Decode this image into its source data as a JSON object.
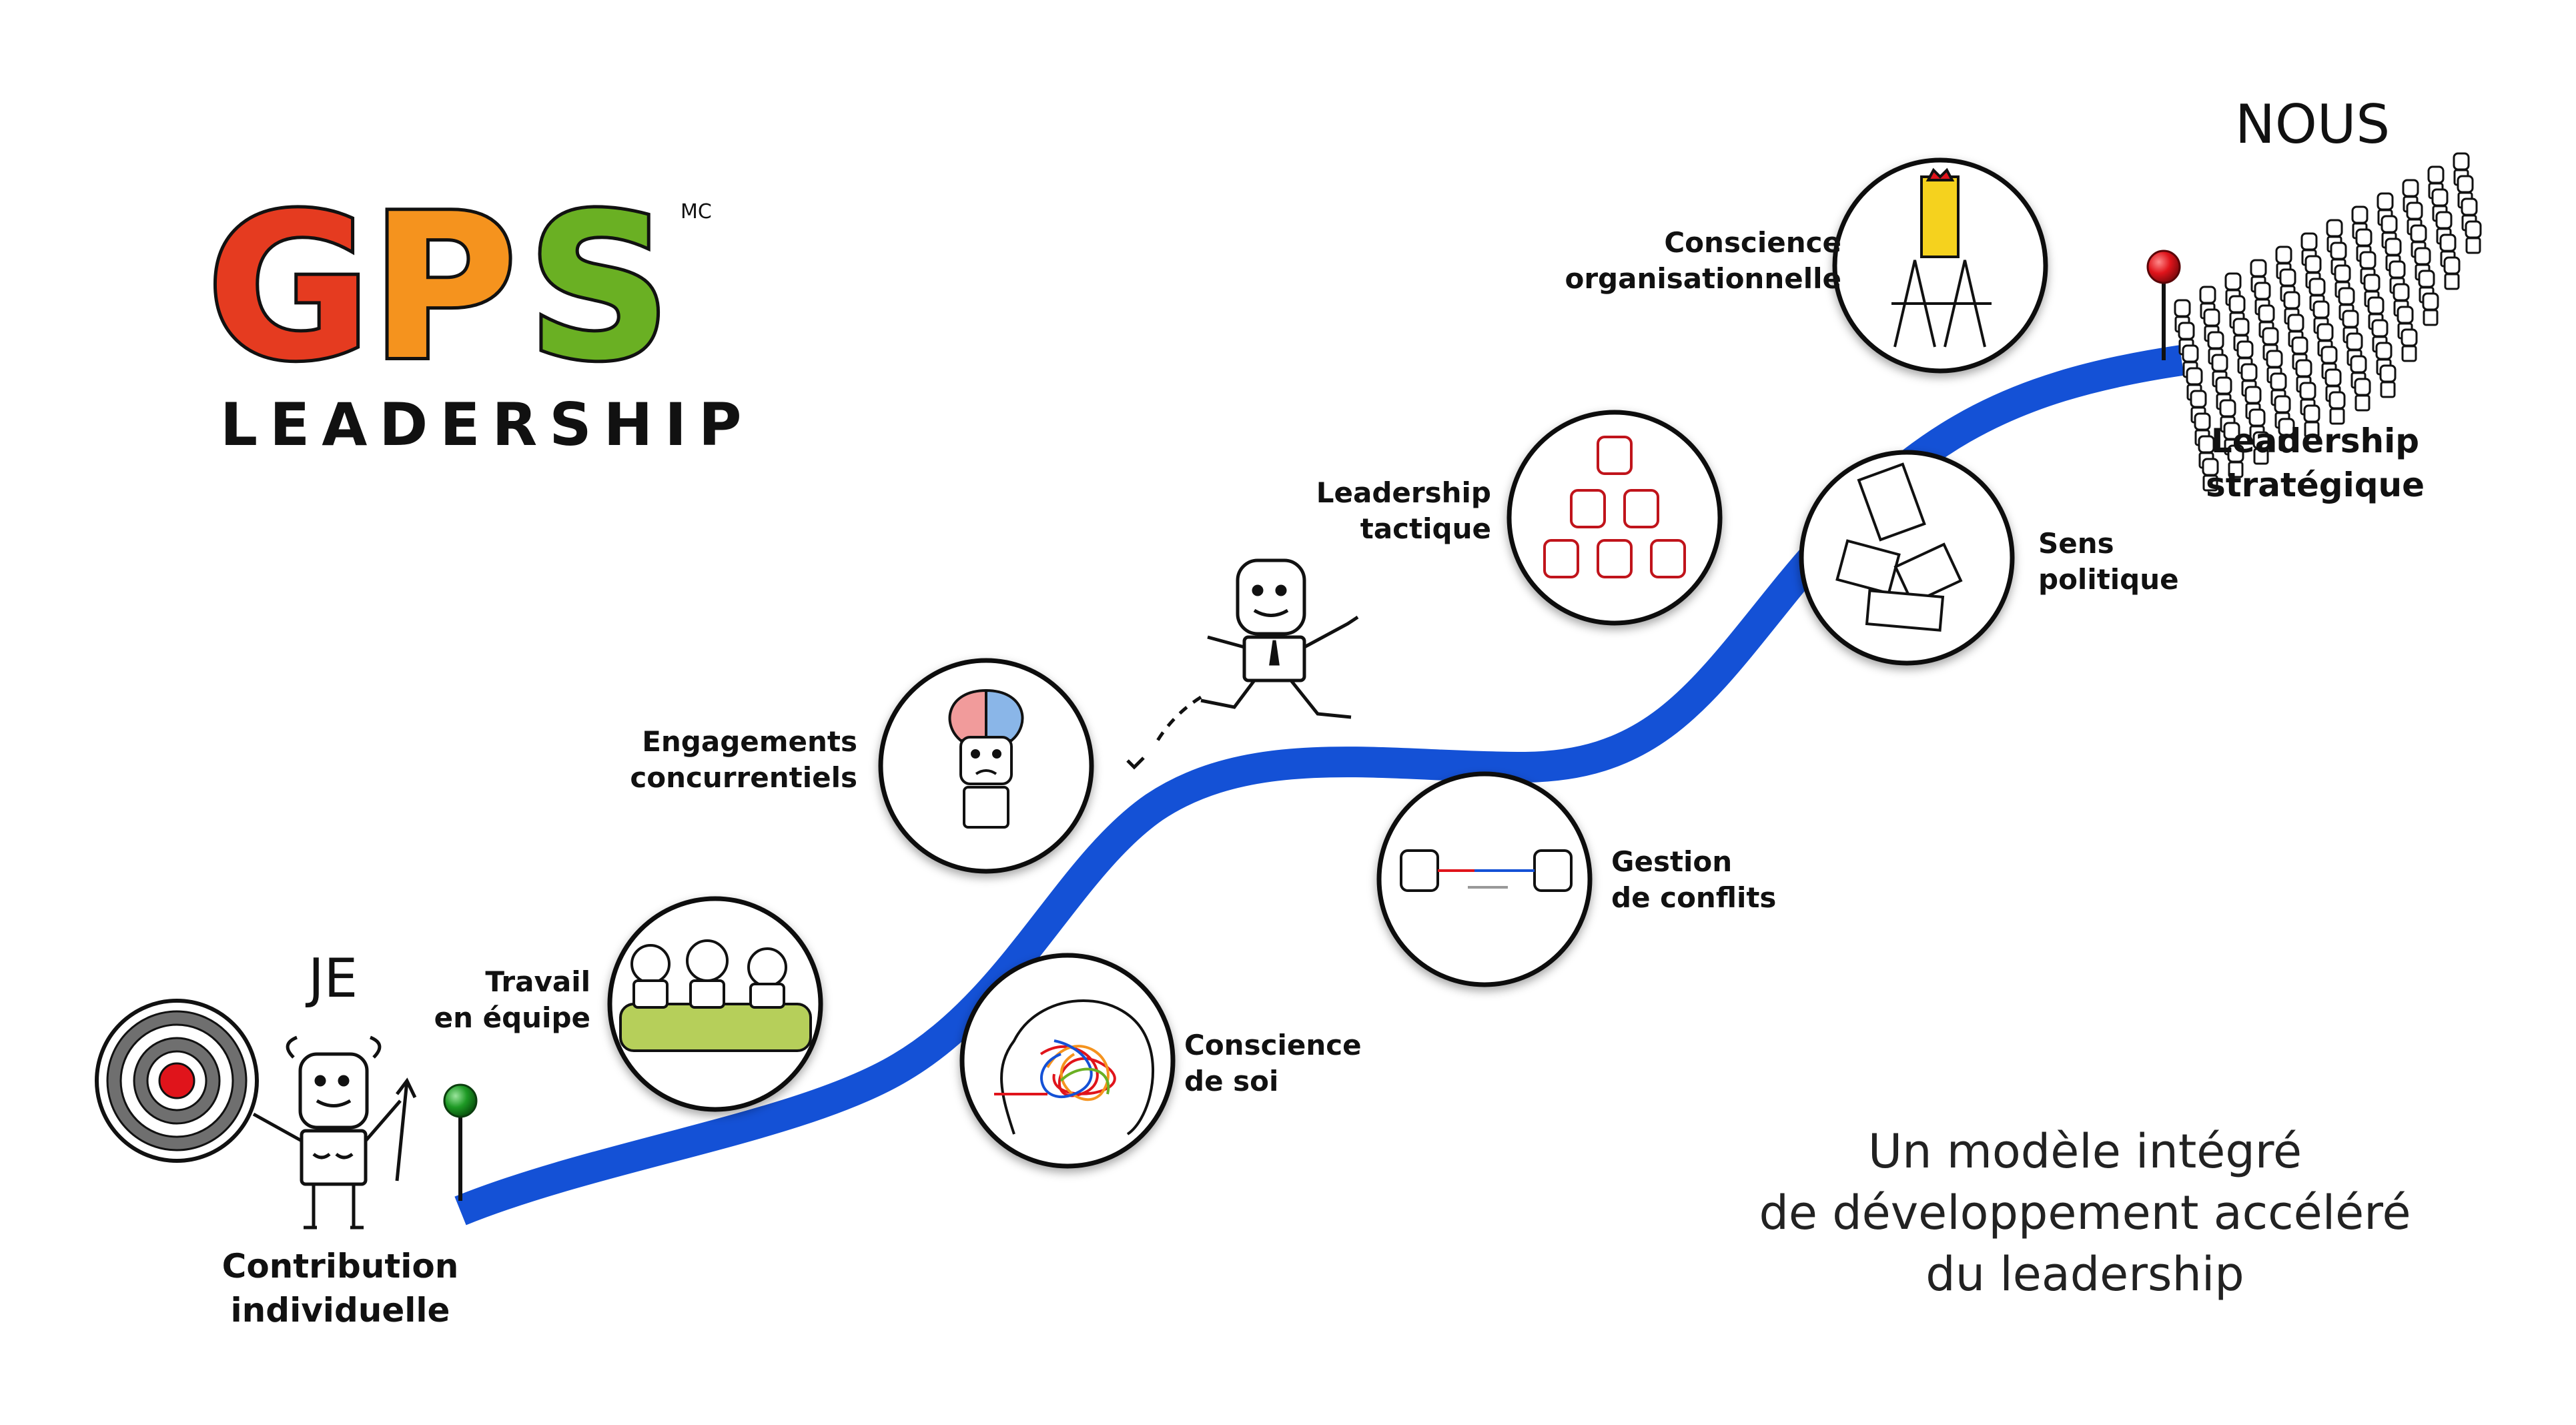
{
  "logo": {
    "letters": [
      "G",
      "P",
      "S"
    ],
    "letter_colors": [
      "#e53b20",
      "#f5931e",
      "#6ab023"
    ],
    "trademark": "MC",
    "word": "LEADERSHIP"
  },
  "start_pronoun": "JE",
  "end_pronoun": "NOUS",
  "start_label": [
    "Contribution",
    "individuelle"
  ],
  "end_label": [
    "Leadership",
    "stratégique"
  ],
  "steps": [
    {
      "lines": [
        "Travail",
        "en équipe"
      ],
      "icon": "team-meeting-illustration"
    },
    {
      "lines": [
        "Engagements",
        "concurrentiels"
      ],
      "icon": "split-brain-illustration"
    },
    {
      "lines": [
        "Conscience",
        "de soi"
      ],
      "icon": "tangled-mind-illustration"
    },
    {
      "lines": [
        "Gestion",
        "de conflits"
      ],
      "icon": "tug-of-war-illustration"
    },
    {
      "lines": [
        "Leadership",
        "tactique"
      ],
      "icon": "human-pyramid-illustration"
    },
    {
      "lines": [
        "Conscience",
        "organisationnelle"
      ],
      "icon": "house-of-cards-illustration"
    },
    {
      "lines": [
        "Sens",
        "politique"
      ],
      "icon": "card-pile-illustration"
    }
  ],
  "tagline": [
    "Un modèle intégré",
    "de développement accéléré",
    "du leadership"
  ],
  "colors": {
    "path": "#1451d6",
    "start_pin": "#1e9a25",
    "end_pin": "#e0141b",
    "target_outer": "#7a7a7a",
    "target_center": "#e0141b"
  }
}
